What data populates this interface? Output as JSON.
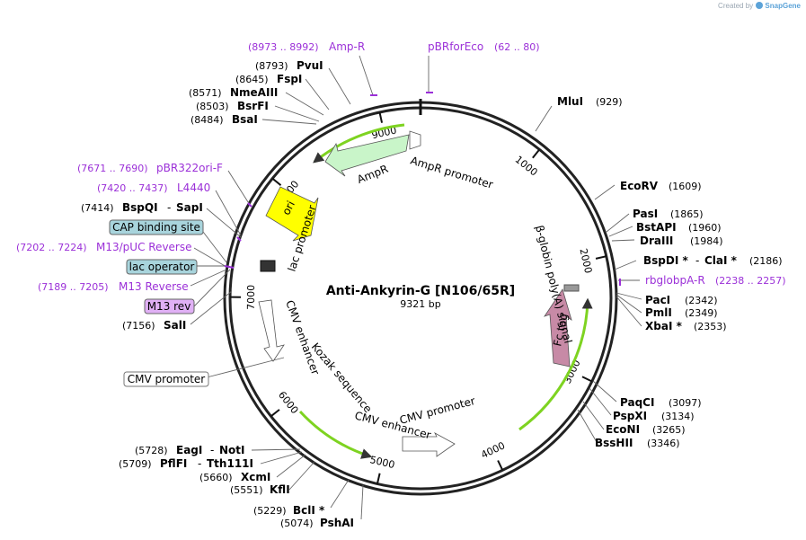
{
  "credit": {
    "prefix": "Created by",
    "brand": "SnapGene"
  },
  "plasmid": {
    "name": "Anti-Ankyrin-G [N106/65R]",
    "length_label": "9321 bp",
    "length": 9321
  },
  "ticks": [
    {
      "bp": 1000,
      "label": "1000"
    },
    {
      "bp": 2000,
      "label": "2000"
    },
    {
      "bp": 3000,
      "label": "3000"
    },
    {
      "bp": 4000,
      "label": "4000"
    },
    {
      "bp": 5000,
      "label": "5000"
    },
    {
      "bp": 6000,
      "label": "6000"
    },
    {
      "bp": 7000,
      "label": "7000"
    },
    {
      "bp": 8000,
      "label": "8000"
    },
    {
      "bp": 9000,
      "label": "9000"
    }
  ],
  "sites": {
    "mlui": {
      "name": "MluI",
      "pos": "(929)",
      "bp": 929
    },
    "ecorv": {
      "name": "EcoRV",
      "pos": "(1609)",
      "bp": 1609
    },
    "pasi": {
      "name": "PasI",
      "pos": "(1865)",
      "bp": 1865
    },
    "bstapi": {
      "name": "BstAPI",
      "pos": "(1960)",
      "bp": 1960
    },
    "draiii": {
      "name": "DraIII",
      "pos": "(1984)",
      "bp": 1984
    },
    "bspdi": {
      "name": "BspDI *",
      "sep": "-",
      "name2": "ClaI *",
      "pos": "(2186)",
      "bp": 2186
    },
    "paci": {
      "name": "PacI",
      "pos": "(2342)",
      "bp": 2342
    },
    "pmli": {
      "name": "PmlI",
      "pos": "(2349)",
      "bp": 2349
    },
    "xbai": {
      "name": "XbaI *",
      "pos": "(2353)",
      "bp": 2353
    },
    "paqci": {
      "name": "PaqCI",
      "pos": "(3097)",
      "bp": 3097
    },
    "pspxi": {
      "name": "PspXI",
      "pos": "(3134)",
      "bp": 3134
    },
    "econi": {
      "name": "EcoNI",
      "pos": "(3265)",
      "bp": 3265
    },
    "bsshii": {
      "name": "BssHII",
      "pos": "(3346)",
      "bp": 3346
    },
    "pshai": {
      "name": "PshAI",
      "pos": "(5074)",
      "bp": 5074
    },
    "bcli": {
      "name": "BclI *",
      "pos": "(5229)",
      "bp": 5229
    },
    "kfli": {
      "name": "KflI",
      "pos": "(5551)",
      "bp": 5551
    },
    "xcmi": {
      "name": "XcmI",
      "pos": "(5660)",
      "bp": 5660
    },
    "pflfi": {
      "name": "PflFI",
      "sep": "-",
      "name2": "Tth111I",
      "pos": "(5709)",
      "bp": 5709
    },
    "eagi": {
      "name": "EagI",
      "sep": "-",
      "name2": "NotI",
      "pos": "(5728)",
      "bp": 5728
    },
    "sali": {
      "name": "SalI",
      "pos": "(7156)",
      "bp": 7156
    },
    "bspqi": {
      "name": "BspQI",
      "sep": "-",
      "name2": "SapI",
      "pos": "(7414)",
      "bp": 7414
    },
    "bsai": {
      "name": "BsaI",
      "pos": "(8484)",
      "bp": 8484
    },
    "bsrfi": {
      "name": "BsrFI",
      "pos": "(8503)",
      "bp": 8503
    },
    "nmeaiii": {
      "name": "NmeAIII",
      "pos": "(8571)",
      "bp": 8571
    },
    "fspi": {
      "name": "FspI",
      "pos": "(8645)",
      "bp": 8645
    },
    "pvui": {
      "name": "PvuI",
      "pos": "(8793)",
      "bp": 8793
    }
  },
  "primers": {
    "ampr_primer": {
      "name": "Amp-R",
      "range": "(8973 .. 8992)"
    },
    "pbrforeco": {
      "name": "pBRforEco",
      "range": "(62 .. 80)"
    },
    "pbr322ori_f": {
      "name": "pBR322ori-F",
      "range": "(7671 .. 7690)"
    },
    "l4440": {
      "name": "L4440",
      "range": "(7420 .. 7437)"
    },
    "m13puc_rev": {
      "name": "M13/pUC Reverse",
      "range": "(7202 .. 7224)"
    },
    "m13_reverse": {
      "name": "M13 Reverse",
      "range": "(7189 .. 7205)"
    },
    "rbglobpa_r": {
      "name": "rbglobpA-R",
      "range": "(2238 .. 2257)"
    }
  },
  "boxed": {
    "cap_site": "CAP binding site",
    "lac_operator": "lac operator",
    "m13_rev": "M13 rev",
    "cmv_promoter": "CMV promoter"
  },
  "features": {
    "ampr": "AmpR",
    "ampr_promoter": "AmpR promoter",
    "ori": "ori",
    "lac_promoter": "lac promoter",
    "cmv_enhancer_1": "CMV enhancer",
    "kozak": "Kozak sequence",
    "cmv_enhancer_2": "CMV enhancer",
    "cmv_promoter_2": "CMV promoter",
    "fc_tag": "Fc tag",
    "beta_globin": "β-globin poly(A) signal"
  },
  "colors": {
    "backbone": "#222222",
    "enzyme_text": "#000000",
    "primer": "#9b30d8",
    "ampr_fill": "#c9f5c9",
    "ori_fill": "#ffff00",
    "fc_fill": "#c78aa6",
    "cap_fill": "#a8d4dc",
    "m13_fill": "#e0b0f5",
    "green_band": "#7ed321",
    "leader": "#666666"
  }
}
